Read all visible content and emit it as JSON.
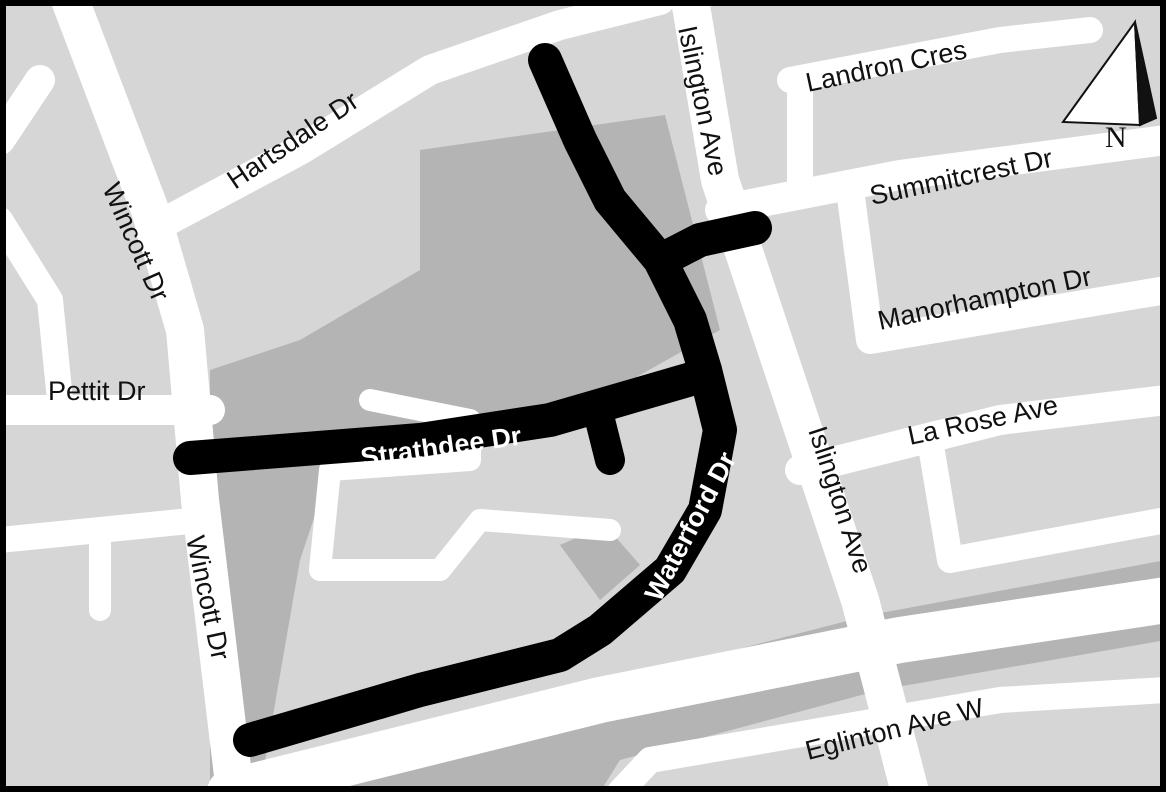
{
  "map": {
    "colors": {
      "block": "#d6d6d6",
      "park": "#b4b4b4",
      "street": "#ffffff",
      "highlight": "#000000",
      "frame": "#000000"
    },
    "street_labels": {
      "islington_top": "Islington Ave",
      "islington_bottom": "Islington Ave",
      "landron": "Landron Cres",
      "hartsdale": "Hartsdale Dr",
      "wincott_top": "Wincott Dr",
      "wincott_bottom": "Wincott Dr",
      "summitcrest": "Summitcrest Dr",
      "manorhampton": "Manorhampton Dr",
      "pettit": "Pettit Dr",
      "la_rose": "La Rose Ave",
      "eglinton": "Eglinton Ave W"
    },
    "highlighted_road_labels": {
      "strathdee": "Strathdee Dr",
      "waterford": "Waterford Dr"
    },
    "north_arrow": {
      "letter": "N",
      "icon": "north-arrow-icon"
    }
  }
}
